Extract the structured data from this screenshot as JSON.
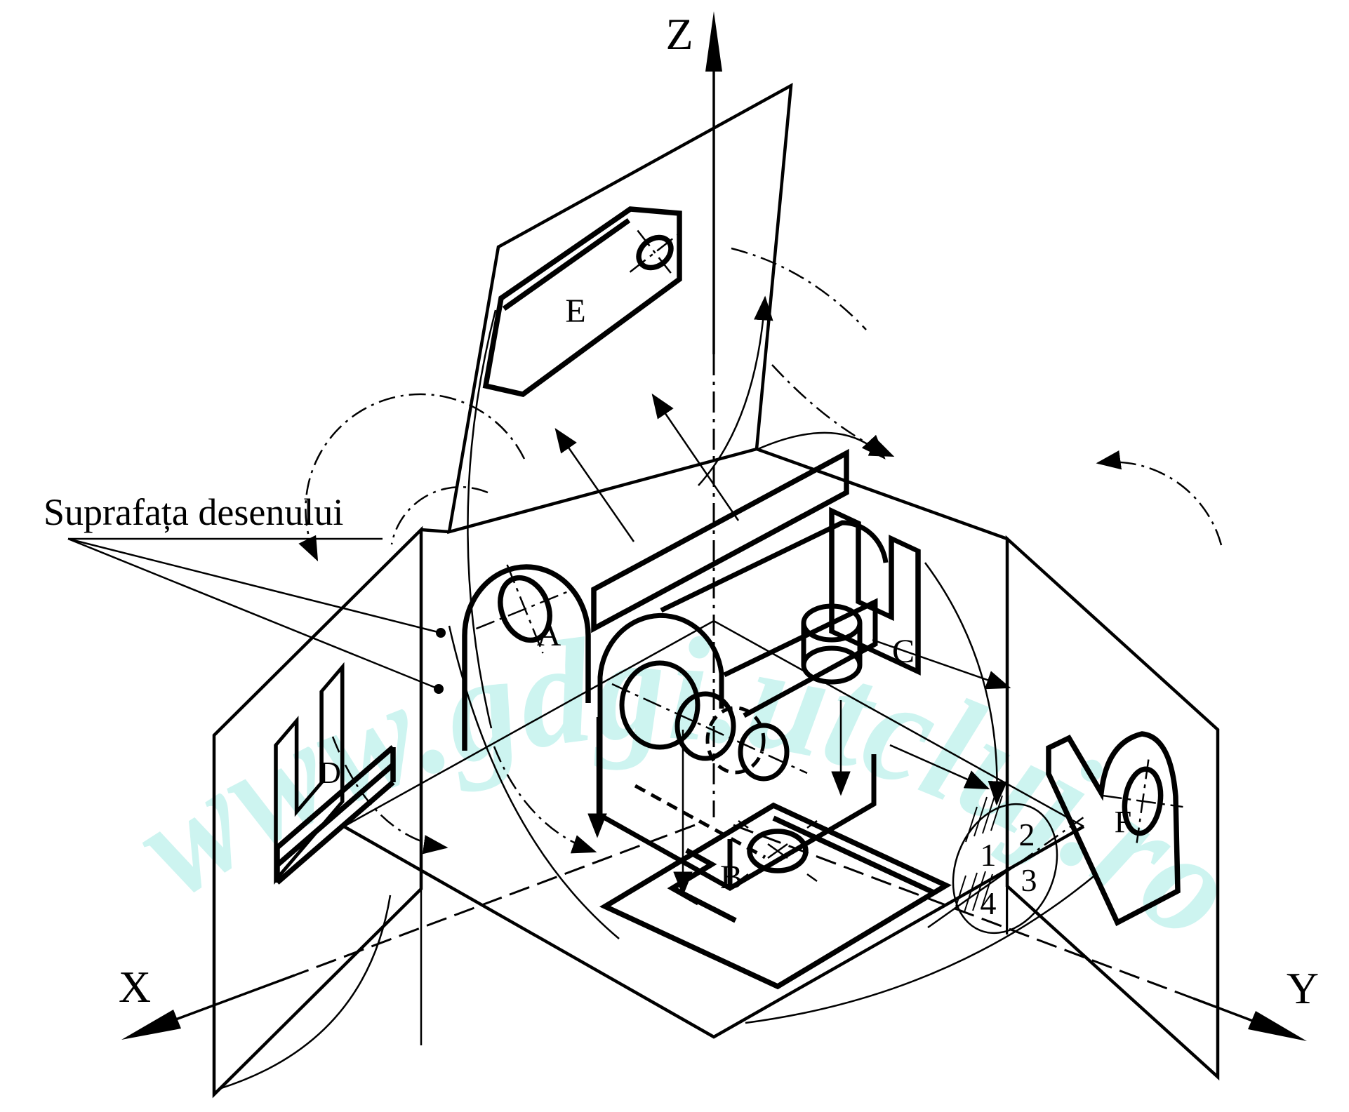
{
  "figure": {
    "title_caption": "Suprafața desenului",
    "axes": {
      "x_label": "X",
      "y_label": "Y",
      "z_label": "Z"
    },
    "views": {
      "a": "A",
      "b": "B",
      "c": "C",
      "d": "D",
      "e": "E",
      "f": "F"
    },
    "quadrant_numbers": {
      "n1": "1",
      "n2": "2",
      "n3": "3",
      "n4": "4"
    },
    "watermark": {
      "text": "www.gdgi.utcluj.ro",
      "color": "#cdf4f0"
    },
    "colors": {
      "line": "#000000",
      "background": "#ffffff"
    }
  }
}
